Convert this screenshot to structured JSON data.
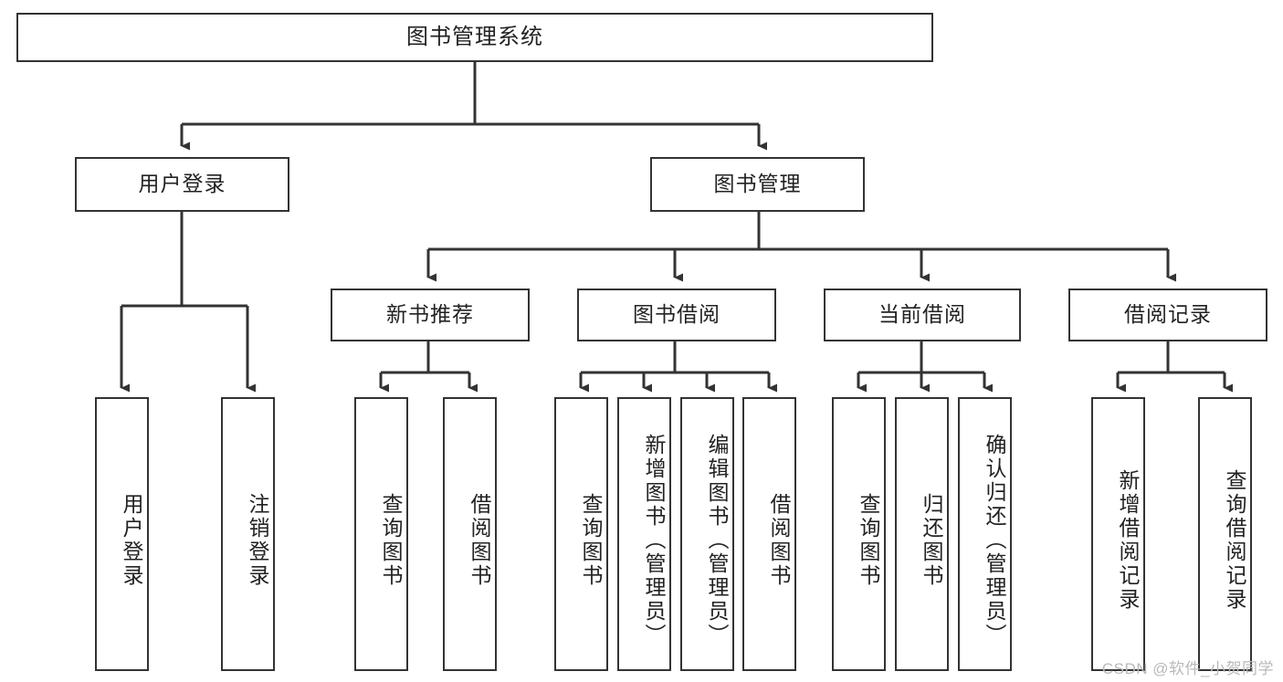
{
  "diagram": {
    "title": "图书管理系统",
    "type": "tree",
    "watermark": "CSDN @软件_小贺同学",
    "line_color": "#333333",
    "box_fill": "#ffffff",
    "text_color": "#222222"
  },
  "nodes": {
    "root": {
      "label": "图书管理系统"
    },
    "level2": [
      {
        "label": "用户登录"
      },
      {
        "label": "图书管理"
      }
    ],
    "level3": [
      {
        "label": "新书推荐"
      },
      {
        "label": "图书借阅"
      },
      {
        "label": "当前借阅"
      },
      {
        "label": "借阅记录"
      }
    ],
    "leaves": {
      "user_login": [
        {
          "label": "用户登录"
        },
        {
          "label": "注销登录"
        }
      ],
      "new_book": [
        {
          "label": "查询图书"
        },
        {
          "label": "借阅图书"
        }
      ],
      "book_borrow": [
        {
          "label": "查询图书"
        },
        {
          "label": "新增图书（管理员）"
        },
        {
          "label": "编辑图书（管理员）"
        },
        {
          "label": "借阅图书"
        }
      ],
      "current_borrow": [
        {
          "label": "查询图书"
        },
        {
          "label": "归还图书"
        },
        {
          "label": "确认归还（管理员）"
        }
      ],
      "borrow_record": [
        {
          "label": "新增借阅记录"
        },
        {
          "label": "查询借阅记录"
        }
      ]
    }
  }
}
